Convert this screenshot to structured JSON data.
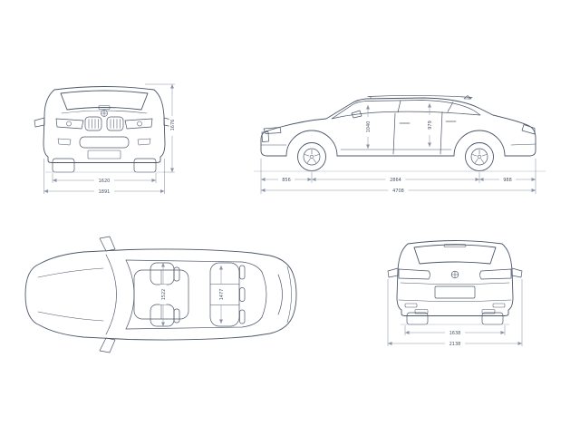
{
  "drawing_title": "suv-four-view-dimension-drawing",
  "colors": {
    "car_line": "#4b5668",
    "dimension_line": "#8a94a6",
    "dimension_text": "#49556a",
    "background": "#ffffff"
  },
  "views": {
    "front": {
      "name": "front-view",
      "track": "1620",
      "overall_width": "1891",
      "height": "1676"
    },
    "side": {
      "name": "side-view",
      "front_overhang": "856",
      "wheelbase": "2864",
      "rear_overhang": "988",
      "overall_length": "4708",
      "interior_height_front": "1040",
      "interior_height_rear": "979"
    },
    "top": {
      "name": "top-view",
      "interior_width_front": "1522",
      "interior_width_rear": "1477"
    },
    "rear": {
      "name": "rear-view",
      "track": "1638",
      "width_incl_mirrors": "2138"
    }
  }
}
